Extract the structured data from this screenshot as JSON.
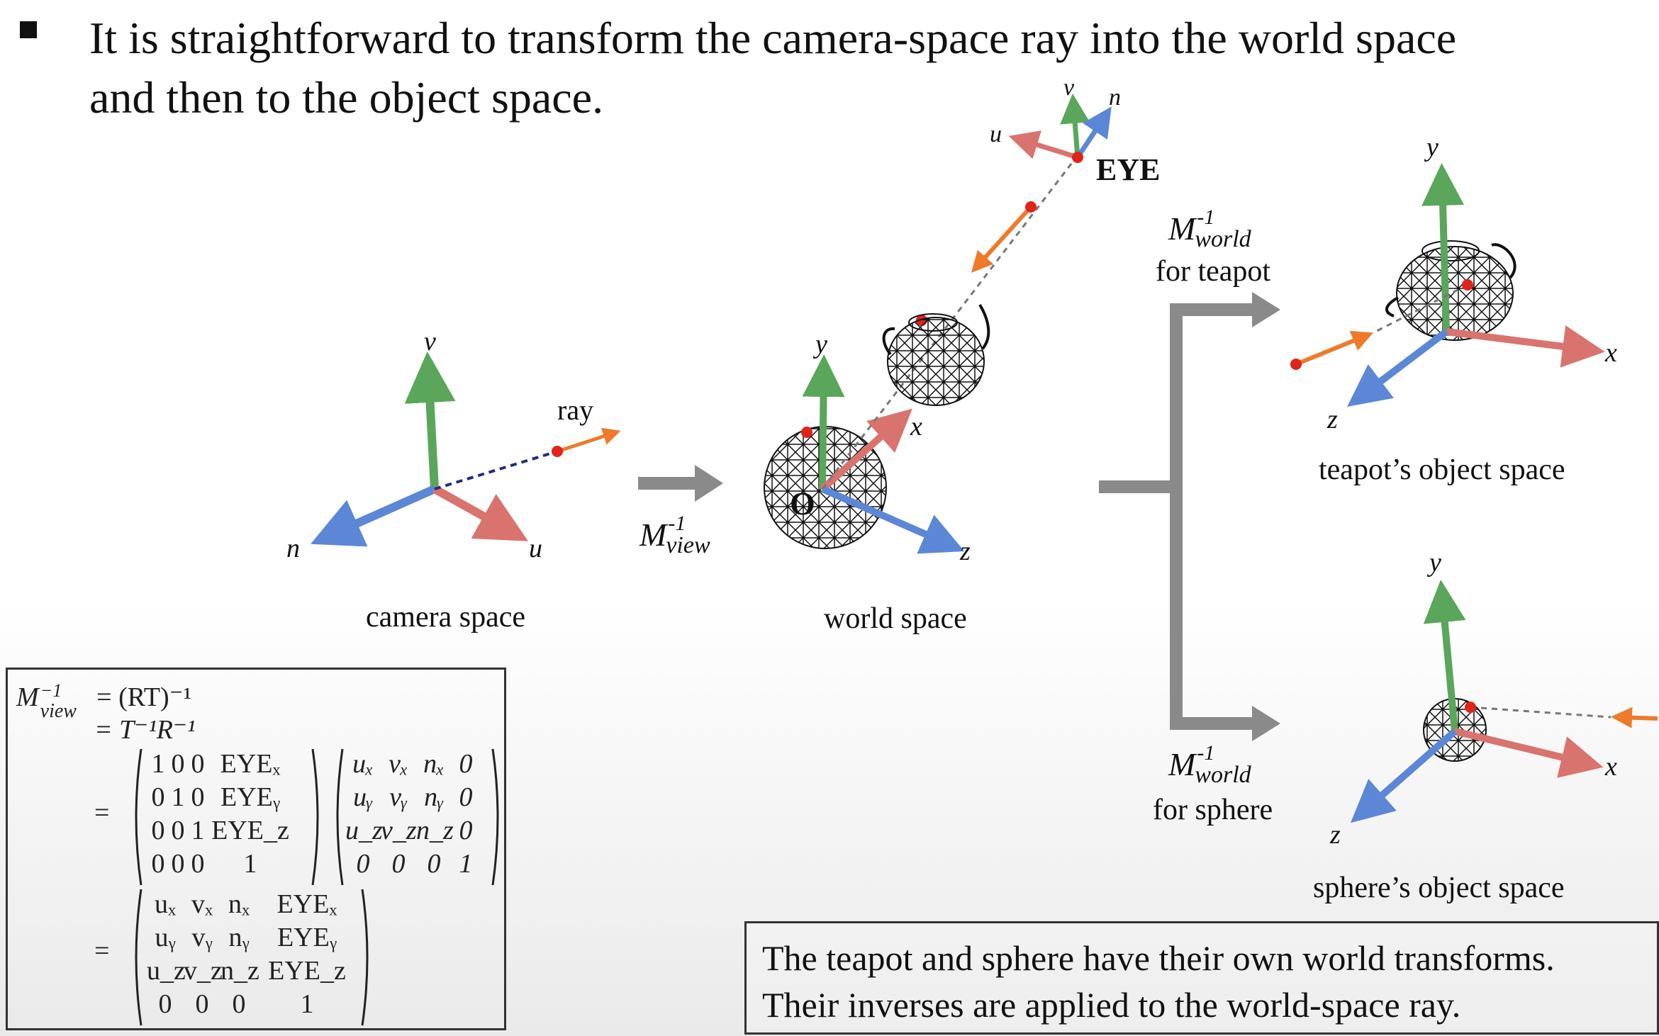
{
  "bullet": {
    "line1": "It is straightforward to transform the camera-space ray into the world space",
    "line2": "and then to the object space."
  },
  "camera": {
    "axis_v": "v",
    "axis_n": "n",
    "axis_u": "u",
    "ray_label": "ray",
    "caption": "camera space"
  },
  "transform_view": {
    "M": "M",
    "sup": "-1",
    "sub": "view"
  },
  "world": {
    "axis_y": "y",
    "axis_x": "x",
    "axis_z": "z",
    "origin": "O",
    "caption": "world space",
    "eye_label": "EYE",
    "eye_v": "v",
    "eye_n": "n",
    "eye_u": "u"
  },
  "teapot_transform": {
    "M": "M",
    "sup": "-1",
    "sub": "world",
    "label": "for teapot"
  },
  "sphere_transform": {
    "M": "M",
    "sup": "-1",
    "sub": "world",
    "label": "for sphere"
  },
  "teapot_space": {
    "axis_y": "y",
    "axis_x": "x",
    "axis_z": "z",
    "caption": "teapot’s object space"
  },
  "sphere_space": {
    "axis_y": "y",
    "axis_x": "x",
    "axis_z": "z",
    "caption": "sphere’s object space"
  },
  "math": {
    "row1_lhs": "M",
    "row1_sup": "−1",
    "row1_sub": "view",
    "row1_rhs": "= (RT)⁻¹",
    "row2": "= T⁻¹R⁻¹",
    "eq3": "=",
    "eq4": "=",
    "T_matrix": [
      [
        "1",
        "0",
        "0",
        "EYEₓ"
      ],
      [
        "0",
        "1",
        "0",
        "EYEᵧ"
      ],
      [
        "0",
        "0",
        "1",
        "EYE_z"
      ],
      [
        "0",
        "0",
        "0",
        "1"
      ]
    ],
    "R_matrix": [
      [
        "uₓ",
        "vₓ",
        "nₓ",
        "0"
      ],
      [
        "uᵧ",
        "vᵧ",
        "nᵧ",
        "0"
      ],
      [
        "u_z",
        "v_z",
        "n_z",
        "0"
      ],
      [
        "0",
        "0",
        "0",
        "1"
      ]
    ],
    "result_matrix": [
      [
        "uₓ",
        "vₓ",
        "nₓ",
        "EYEₓ"
      ],
      [
        "uᵧ",
        "vᵧ",
        "nᵧ",
        "EYEᵧ"
      ],
      [
        "u_z",
        "v_z",
        "n_z",
        "EYE_z"
      ],
      [
        "0",
        "0",
        "0",
        "1"
      ]
    ]
  },
  "note": {
    "line1": "The teapot and sphere have their own world transforms.",
    "line2": "Their inverses are applied to the world-space ray."
  },
  "colors": {
    "axis_green": "#5aa65a",
    "axis_red": "#d9736e",
    "axis_blue": "#5b87d6",
    "ray_orange": "#ee7a2a",
    "point_red": "#e0241b",
    "arrow_gray": "#8a8a8a"
  }
}
